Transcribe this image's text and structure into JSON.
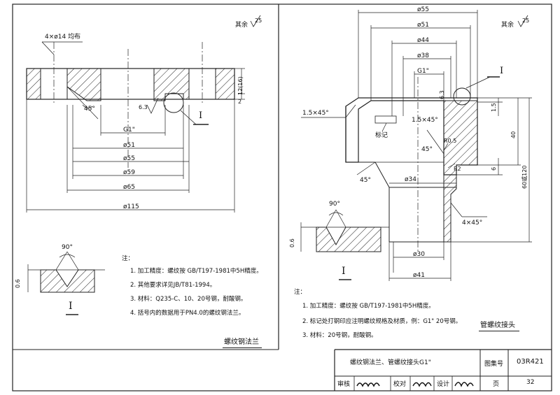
{
  "left": {
    "roughness": "其余",
    "roughness_value": "25",
    "holes_label": "4×ø14 均布",
    "angle_45": "45°",
    "dims": [
      "ø51",
      "ø55",
      "ø59",
      "ø65",
      "ø115"
    ],
    "thread": "G1\"",
    "depth_63": "6.3",
    "height_12": "12(16)",
    "height_2": "2",
    "detail_mark": "I",
    "detail_angle": "90°",
    "detail_06": "0.6",
    "notes_title": "注：",
    "notes": [
      "1. 加工精度：螺纹按 GB/T197-1981中5H精度。",
      "2. 其他要求详见JB/T81-1994。",
      "3. 材料：Q235-C、10、20号钢，耐酸钢。",
      "4. 括号内的数据用于PN4.0的螺纹钢法兰。"
    ],
    "caption": "螺纹钢法兰"
  },
  "right": {
    "roughness": "其余",
    "roughness_value": "25",
    "top_dims": [
      "ø55",
      "ø51",
      "ø44",
      "ø38",
      "G1\""
    ],
    "chamfer_left": "1.5×45°",
    "chamfer_inner": "1.5×45°",
    "mark_label": "标记",
    "angle_45_inner": "45°",
    "r05": "R0.5",
    "r2": "R2",
    "d34": "ø34",
    "angle_45_outer": "45°",
    "depth_63": "6.3",
    "v15": "1.5",
    "v40": "40",
    "v6": "6",
    "v60": "60或120",
    "chamfer_4": "4×45°",
    "d30": "ø30",
    "d41": "ø41",
    "detail_mark": "I",
    "detail_angle": "90°",
    "detail_06": "0.6",
    "notes_title": "注：",
    "notes": [
      "1. 加工精度：螺纹按 GB/T197-1981中5H精度。",
      "2. 标记处打钢印应注明螺纹规格及材质，例：G1\" 20号钢。",
      "3. 材料：20号钢，耐酸钢。"
    ],
    "caption": "管螺纹接头"
  },
  "title_block": {
    "title": "螺纹钢法兰、管螺纹接头G1\"",
    "atlas_label": "图集号",
    "atlas_no": "03R421",
    "review": "审核",
    "check": "校对",
    "design": "设计",
    "page_label": "页",
    "page_no": "32"
  }
}
